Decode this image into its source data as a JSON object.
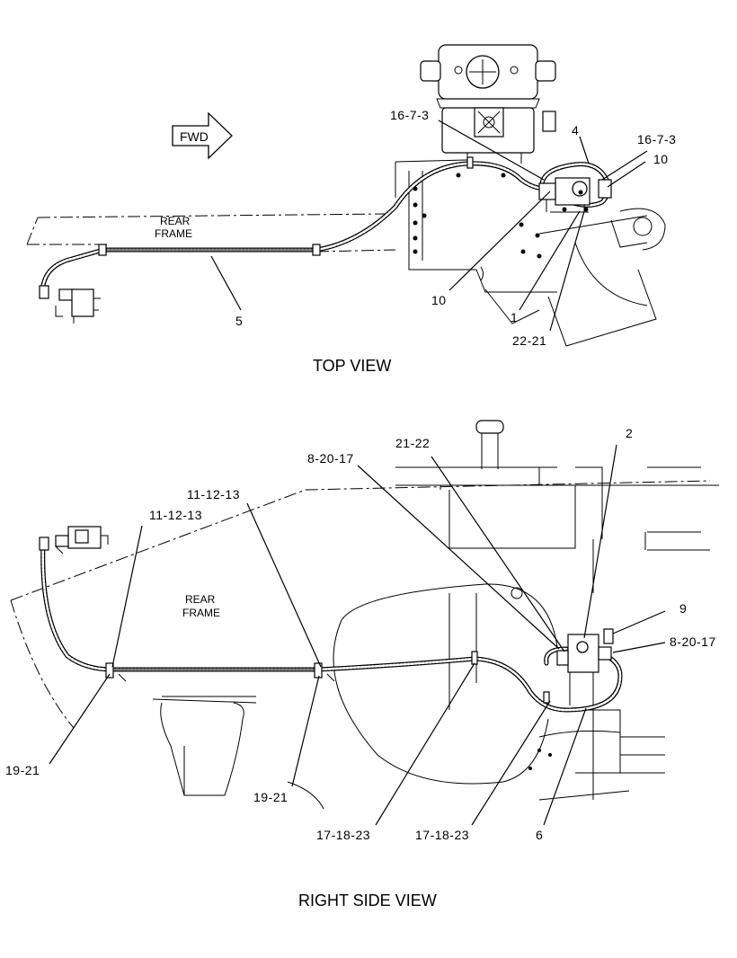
{
  "top_view": {
    "title": "TOP VIEW",
    "fwd_label": "FWD",
    "frame_label_line1": "REAR",
    "frame_label_line2": "FRAME",
    "callouts": {
      "c_16_7_3_left": "16-7-3",
      "c_16_7_3_right": "16-7-3",
      "c_4": "4",
      "c_10_top": "10",
      "c_10_bottom": "10",
      "c_1": "1",
      "c_22_21": "22-21",
      "c_5": "5"
    }
  },
  "side_view": {
    "title": "RIGHT SIDE VIEW",
    "frame_label_line1": "REAR",
    "frame_label_line2": "FRAME",
    "callouts": {
      "c_2": "2",
      "c_21_22": "21-22",
      "c_8_20_17_left": "8-20-17",
      "c_11_12_13_upper": "11-12-13",
      "c_11_12_13_lower": "11-12-13",
      "c_9": "9",
      "c_8_20_17_right": "8-20-17",
      "c_19_21_left": "19-21",
      "c_19_21_right": "19-21",
      "c_17_18_23_left": "17-18-23",
      "c_17_18_23_right": "17-18-23",
      "c_6": "6"
    }
  }
}
